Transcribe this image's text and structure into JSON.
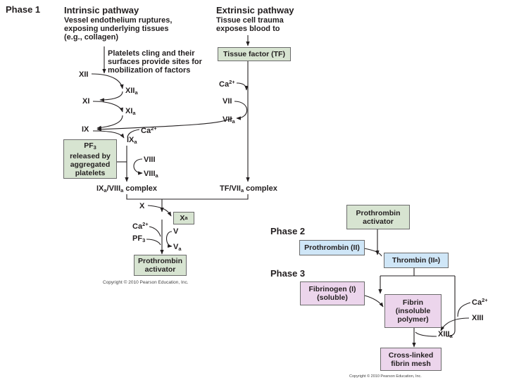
{
  "phase_labels": {
    "phase1": "Phase 1",
    "phase2": "Phase 2",
    "phase3": "Phase 3"
  },
  "intrinsic": {
    "title": "Intrinsic pathway",
    "desc1": "Vessel endothelium ruptures,",
    "desc2": "exposing underlying tissues",
    "desc3": "(e.g., collagen)",
    "platelets1": "Platelets cling and their",
    "platelets2": "surfaces provide sites for",
    "platelets3": "mobilization of factors"
  },
  "extrinsic": {
    "title": "Extrinsic pathway",
    "desc1": "Tissue cell trauma",
    "desc2": "exposes blood to"
  },
  "boxes": {
    "tissue_factor": "Tissue factor (TF)",
    "pf3_line1": "PF",
    "pf3_sub": "3",
    "pf3_line2": "released by",
    "pf3_line3": "aggregated",
    "pf3_line4": "platelets",
    "xa_main": "X",
    "xa_sub": "a",
    "prothrombin_activator_1": "Prothrombin",
    "prothrombin_activator_2": "activator",
    "prothrombin_activator_top_1": "Prothrombin",
    "prothrombin_activator_top_2": "activator",
    "prothrombin_ii": "Prothrombin (II)",
    "thrombin_main": "Thrombin (II",
    "thrombin_sub": "a",
    "thrombin_close": ")",
    "fibrinogen_1": "Fibrinogen (I)",
    "fibrinogen_2": "(soluble)",
    "fibrin_1": "Fibrin",
    "fibrin_2": "(insoluble",
    "fibrin_3": "polymer)",
    "crosslinked_1": "Cross-linked",
    "crosslinked_2": "fibrin mesh"
  },
  "factors": {
    "xii": "XII",
    "xiia": "XII",
    "a": "a",
    "xi": "XI",
    "xia": "XI",
    "ix": "IX",
    "ixa": "IX",
    "ca": "Ca",
    "ca_sup": "2+",
    "viii": "VIII",
    "viiia": "VIII",
    "vii": "VII",
    "viia": "VII",
    "x": "X",
    "v": "V",
    "va": "V",
    "pf": "PF",
    "pf_sub": "3",
    "xiii": "XIII",
    "xiiia": "XIII"
  },
  "complexes": {
    "ix_pre": "IX",
    "ix_mid": "/VIII",
    "ix_post": " complex",
    "tf_pre": "TF/VII",
    "tf_post": " complex"
  },
  "copyright": {
    "left": "Copyright © 2010 Pearson Education, Inc.",
    "right": "Copyright © 2010 Pearson Education, Inc."
  }
}
